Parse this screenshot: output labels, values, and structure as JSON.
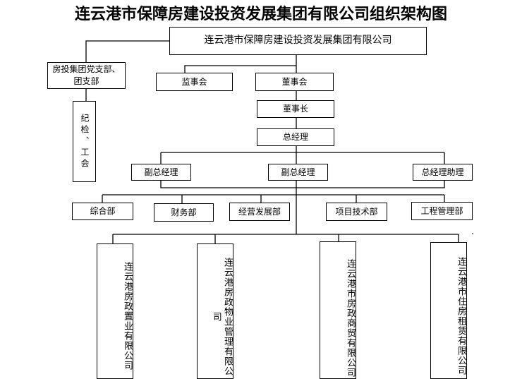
{
  "title": "连云港市保障房建设投资发展集团有限公司组织架构图",
  "org": {
    "group": "连云港市保障房建设投资发展集团有限公司",
    "party": "房投集团党支部、团支部",
    "discipline": "纪检、工会",
    "supervisors": "监事会",
    "board": "董事会",
    "chairman": "董事长",
    "gm": "总经理",
    "deputy_gm_1": "副总经理",
    "deputy_gm_2": "副总经理",
    "gm_assistant": "总经理助理",
    "departments": [
      "综合部",
      "财务部",
      "经营发展部",
      "项目技术部",
      "工程管理部"
    ],
    "subsidiaries": [
      "连云港房政置业有限公司",
      "连云港房政物业管理有限公司",
      "连云港市房政商贸有限公司",
      "连云港市住房租赁有限公司"
    ]
  }
}
